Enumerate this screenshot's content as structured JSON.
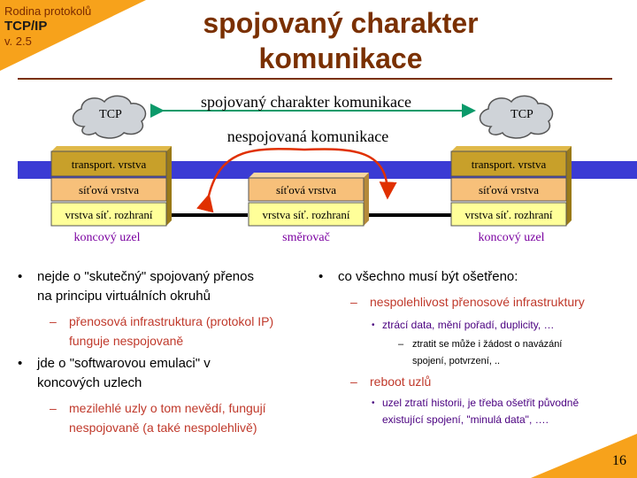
{
  "header": {
    "corner_line1": "Rodina protokolů",
    "corner_line2": "TCP/IP",
    "corner_line3": "v. 2.5",
    "title_line1": "spojovaný charakter",
    "title_line2": "komunikace"
  },
  "diagram": {
    "cloud_left": "TCP",
    "cloud_right": "TCP",
    "arrow_green_label": "spojovaný charakter komunikace",
    "arrow_red_label": "nespojovaná komunikace",
    "left_node": {
      "transport": "transport. vrstva",
      "network": "síťová vrstva",
      "link": "vrstva síť. rozhraní",
      "label": "koncový uzel"
    },
    "router": {
      "network": "síťová vrstva",
      "link": "vrstva síť. rozhraní",
      "label": "směrovač"
    },
    "right_node": {
      "transport": "transport. vrstva",
      "network": "síťová vrstva",
      "link": "vrstva síť. rozhraní",
      "label": "koncový uzel"
    },
    "colors": {
      "band": "#3b3bd4",
      "transport": "#c8a02a",
      "network": "#f7c07a",
      "link": "#ffff99",
      "green": "#0b9a6a",
      "red": "#e03000"
    }
  },
  "left_column": {
    "b1_line1": "nejde o \"skutečný\" spojovaný přenos",
    "b1_line2": "na principu virtuálních okruhů",
    "b1_sub_line1": "přenosová infrastruktura (protokol IP)",
    "b1_sub_line2": "funguje nespojovaně",
    "b2_line1": "jde o \"softwarovou emulaci\" v",
    "b2_line2": "koncových uzlech",
    "b2_sub_line1": "mezilehlé uzly o tom nevědí, fungují",
    "b2_sub_line2": "nespojovaně (a také nespolehlivě)"
  },
  "right_column": {
    "b1": "co všechno musí být ošetřeno:",
    "b1_sub1": "nespolehlivost přenosové infrastruktury",
    "b1_sub1_item": "ztrácí data, mění pořadí, duplicity, …",
    "b1_sub1_item_sub_line1": "ztratit se může i žádost o navázání",
    "b1_sub1_item_sub_line2": "spojení, potvrzení, ..",
    "b1_sub2": "reboot uzlů",
    "b1_sub2_item_line1": "uzel ztratí historii, je třeba ošetřit původně",
    "b1_sub2_item_line2": "existující spojení, \"minulá data\", …."
  },
  "footer": {
    "page_number": "16"
  }
}
